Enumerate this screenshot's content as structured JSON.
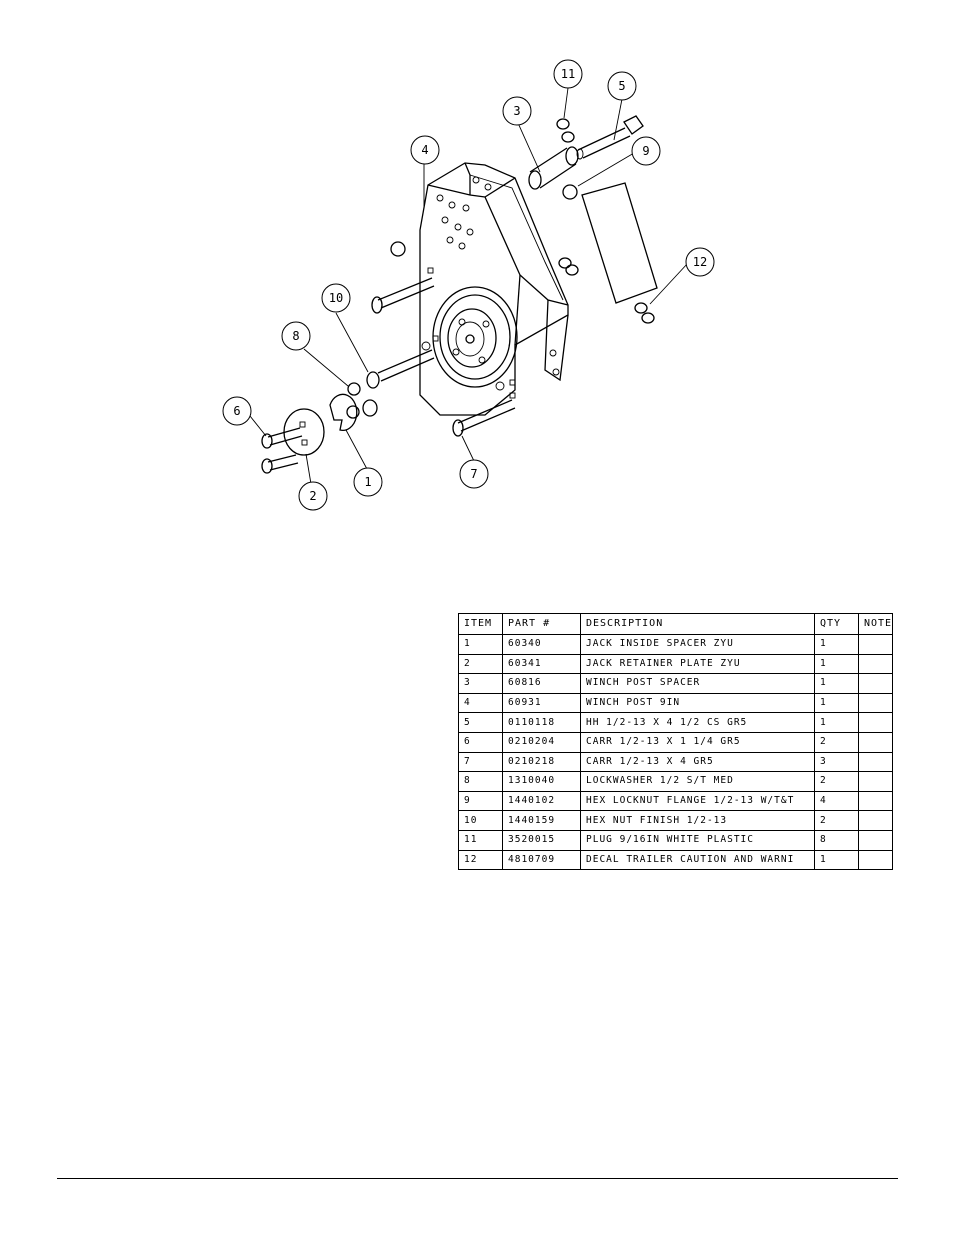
{
  "drawing": {
    "callouts": [
      "1",
      "2",
      "3",
      "4",
      "5",
      "6",
      "7",
      "8",
      "9",
      "10",
      "11",
      "12"
    ]
  },
  "parts_table": {
    "headers": {
      "item": "ITEM",
      "part": "PART #",
      "description": "DESCRIPTION",
      "qty": "QTY",
      "note": "NOTE"
    },
    "rows": [
      {
        "item": "1",
        "part": "60340",
        "description": "JACK INSIDE SPACER ZYU",
        "qty": "1",
        "note": ""
      },
      {
        "item": "2",
        "part": "60341",
        "description": "JACK RETAINER PLATE ZYU",
        "qty": "1",
        "note": ""
      },
      {
        "item": "3",
        "part": "60816",
        "description": "WINCH POST SPACER",
        "qty": "1",
        "note": ""
      },
      {
        "item": "4",
        "part": "60931",
        "description": "WINCH POST 9IN",
        "qty": "1",
        "note": ""
      },
      {
        "item": "5",
        "part": "0110118",
        "description": "HH 1/2-13 X 4 1/2 CS GR5",
        "qty": "1",
        "note": ""
      },
      {
        "item": "6",
        "part": "0210204",
        "description": "CARR 1/2-13 X 1 1/4 GR5",
        "qty": "2",
        "note": ""
      },
      {
        "item": "7",
        "part": "0210218",
        "description": "CARR 1/2-13 X 4 GR5",
        "qty": "3",
        "note": ""
      },
      {
        "item": "8",
        "part": "1310040",
        "description": "LOCKWASHER 1/2 S/T MED",
        "qty": "2",
        "note": ""
      },
      {
        "item": "9",
        "part": "1440102",
        "description": "HEX LOCKNUT FLANGE 1/2-13 W/T&T",
        "qty": "4",
        "note": ""
      },
      {
        "item": "10",
        "part": "1440159",
        "description": "HEX NUT FINISH 1/2-13",
        "qty": "2",
        "note": ""
      },
      {
        "item": "11",
        "part": "3520015",
        "description": "PLUG   9/16IN WHITE PLASTIC",
        "qty": "8",
        "note": ""
      },
      {
        "item": "12",
        "part": "4810709",
        "description": "DECAL TRAILER CAUTION AND WARNI",
        "qty": "1",
        "note": ""
      }
    ]
  }
}
